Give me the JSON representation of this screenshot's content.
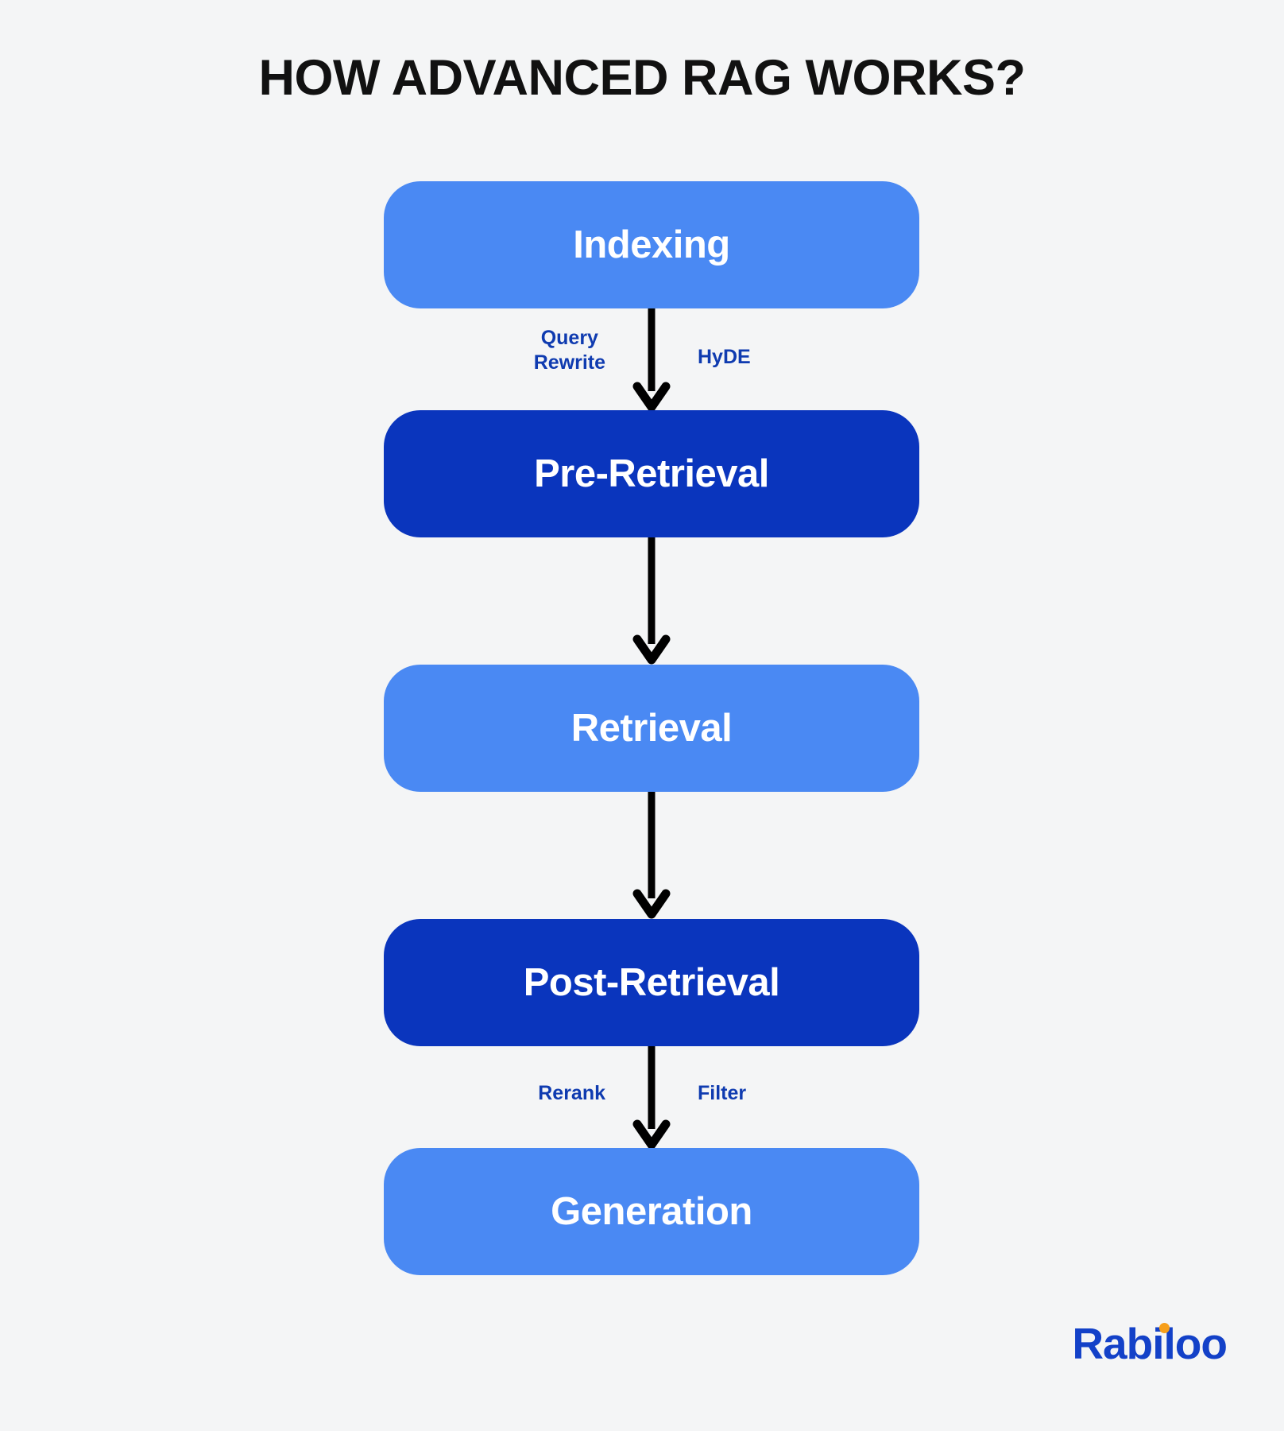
{
  "title": "HOW ADVANCED RAG WORKS?",
  "background_color": "#f4f5f6",
  "colors": {
    "light_blue": "#4a89f3",
    "dark_blue": "#0a35bd",
    "label_blue": "#0f3bb0",
    "arrow": "#000000",
    "logo_blue": "#1341c8",
    "logo_dot_orange": "#f79f1a"
  },
  "flow": {
    "nodes": [
      {
        "id": "indexing",
        "label": "Indexing",
        "style": "light"
      },
      {
        "id": "pre-retrieval",
        "label": "Pre-Retrieval",
        "style": "dark"
      },
      {
        "id": "retrieval",
        "label": "Retrieval",
        "style": "light"
      },
      {
        "id": "post-retrieval",
        "label": "Post-Retrieval",
        "style": "dark"
      },
      {
        "id": "generation",
        "label": "Generation",
        "style": "light"
      }
    ],
    "connectors": [
      {
        "id": "indexing-to-pre-retrieval",
        "left_label": "Query\nRewrite",
        "right_label": "HyDE"
      },
      {
        "id": "pre-retrieval-to-retrieval",
        "left_label": "",
        "right_label": ""
      },
      {
        "id": "retrieval-to-post-retrieval",
        "left_label": "",
        "right_label": ""
      },
      {
        "id": "post-retrieval-to-generation",
        "left_label": "Rerank",
        "right_label": "Filter"
      }
    ]
  },
  "logo": {
    "text": "Rabiloo",
    "dot_icon": "orange-dot-icon"
  }
}
